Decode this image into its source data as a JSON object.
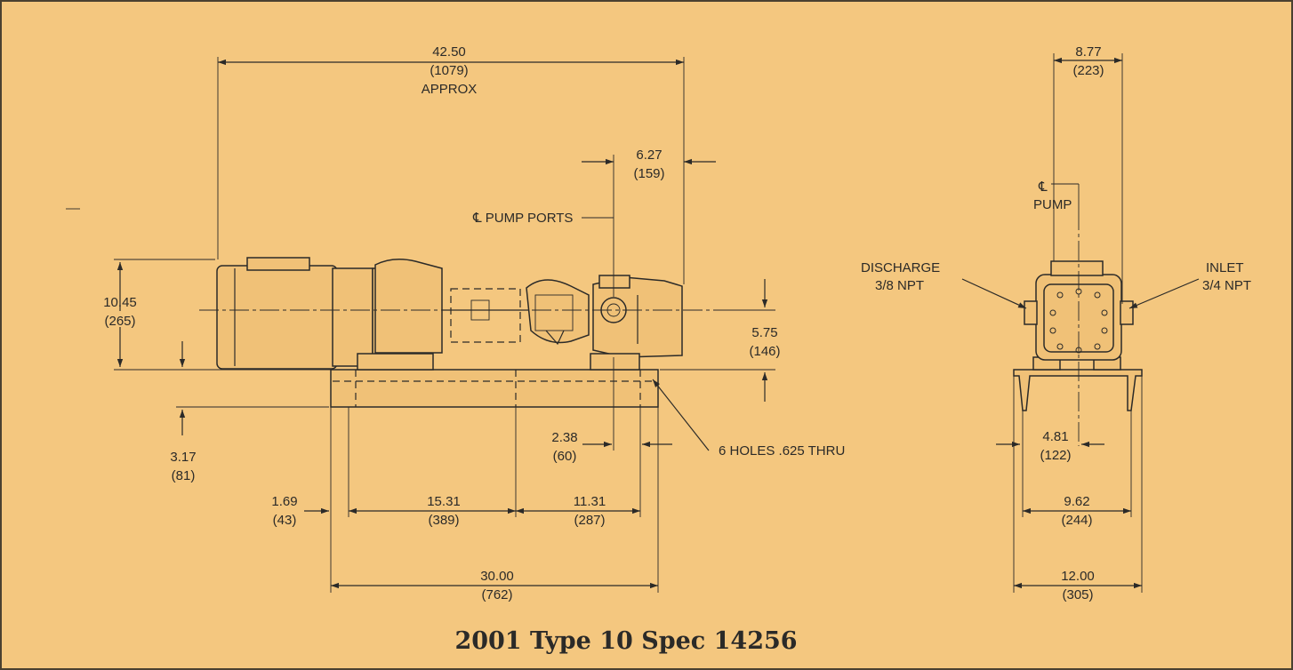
{
  "title": "2001 Type 10 Spec 14256",
  "side_view": {
    "overall_length": {
      "in": "42.50",
      "mm": "(1079)",
      "note": "APPROX"
    },
    "port_offset": {
      "in": "6.27",
      "mm": "(159)"
    },
    "port_centerline_label": "℄ PUMP PORTS",
    "overall_height": {
      "in": "10.45",
      "mm": "(265)"
    },
    "shaft_height": {
      "in": "5.75",
      "mm": "(146)"
    },
    "base_offset": {
      "in": "3.17",
      "mm": "(81)"
    },
    "hole_offset": {
      "in": "2.38",
      "mm": "(60)"
    },
    "holes_note": "6 HOLES .625 THRU",
    "end_margin": {
      "in": "1.69",
      "mm": "(43)"
    },
    "hole_span_1": {
      "in": "15.31",
      "mm": "(389)"
    },
    "hole_span_2": {
      "in": "11.31",
      "mm": "(287)"
    },
    "base_length": {
      "in": "30.00",
      "mm": "(762)"
    }
  },
  "end_view": {
    "width_top": {
      "in": "8.77",
      "mm": "(223)"
    },
    "pump_centerline_label": [
      "℄",
      "PUMP"
    ],
    "discharge_label": [
      "DISCHARGE",
      "3/8 NPT"
    ],
    "inlet_label": [
      "INLET",
      "3/4 NPT"
    ],
    "center_offset": {
      "in": "4.81",
      "mm": "(122)"
    },
    "hole_width": {
      "in": "9.62",
      "mm": "(244)"
    },
    "base_width": {
      "in": "12.00",
      "mm": "(305)"
    }
  }
}
